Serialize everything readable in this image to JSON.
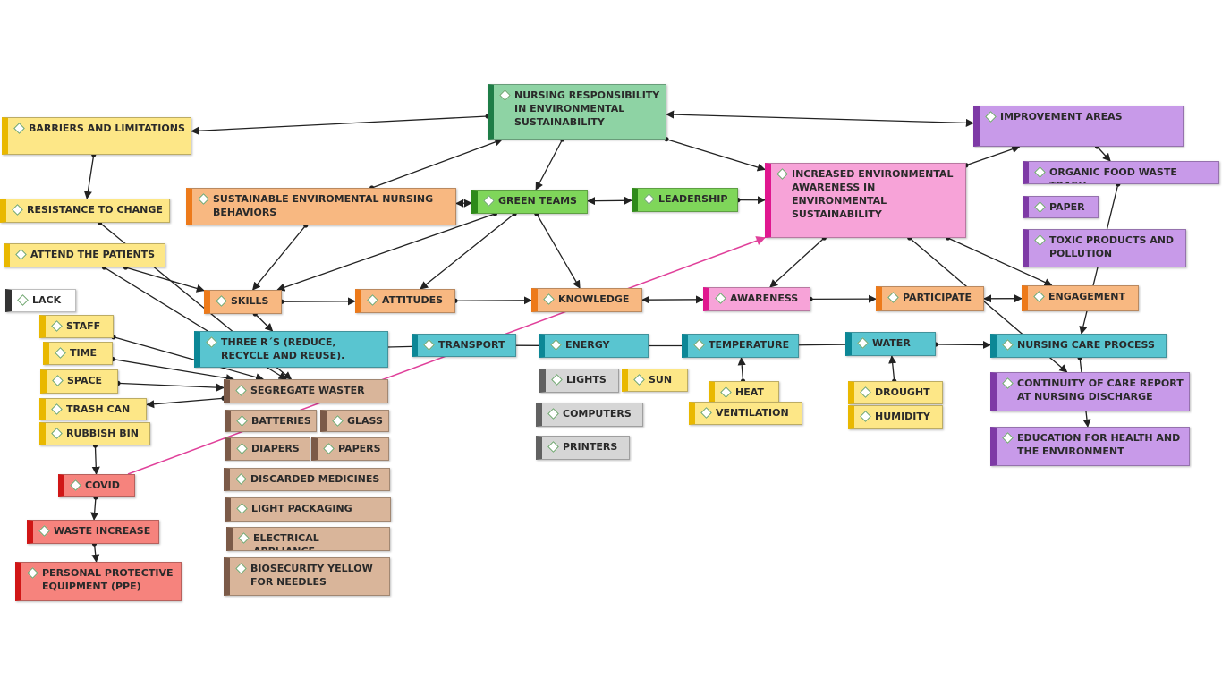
{
  "colors": {
    "green": "#8ed3a4",
    "light_green": "#7fd65a",
    "yellow": "#fde787",
    "orange": "#f8b881",
    "pink": "#f7a3d8",
    "purple": "#c89ae9",
    "cyan": "#59c5d0",
    "brown": "#d9b59a",
    "gray": "#d6d6d6",
    "red": "#f6837d",
    "edge": "#222222",
    "edge_highlight": "#e0409a"
  },
  "nodes": [
    {
      "id": "nursing",
      "label": "NURSING RESPONSIBILITY IN ENVIRONMENTAL SUSTAINABILITY",
      "color": "green"
    },
    {
      "id": "barriers",
      "label": "BARRIERS AND LIMITATIONS",
      "color": "yellow"
    },
    {
      "id": "improvement",
      "label": "IMPROVEMENT AREAS",
      "color": "purple"
    },
    {
      "id": "sustainable",
      "label": "SUSTAINABLE ENVIROMENTAL NURSING BEHAVIORS",
      "color": "orange"
    },
    {
      "id": "greenteams",
      "label": "GREEN TEAMS",
      "color": "light_green"
    },
    {
      "id": "leadership",
      "label": "LEADERSHIP",
      "color": "light_green"
    },
    {
      "id": "increased",
      "label": "INCREASED ENVIRONMENTAL AWARENESS IN ENVIRONMENTAL SUSTAINABILITY",
      "color": "pink"
    },
    {
      "id": "organic",
      "label": "ORGANIC FOOD WASTE TRASH",
      "color": "purple"
    },
    {
      "id": "paper",
      "label": "PAPER",
      "color": "purple"
    },
    {
      "id": "toxic",
      "label": "TOXIC PRODUCTS AND POLLUTION",
      "color": "purple"
    },
    {
      "id": "resistance",
      "label": "RESISTANCE TO CHANGE",
      "color": "yellow"
    },
    {
      "id": "attend",
      "label": "ATTEND  THE PATIENTS",
      "color": "yellow"
    },
    {
      "id": "lack",
      "label": "LACK",
      "color": "white"
    },
    {
      "id": "skills",
      "label": "SKILLS",
      "color": "orange"
    },
    {
      "id": "attitudes",
      "label": "ATTITUDES",
      "color": "orange"
    },
    {
      "id": "knowledge",
      "label": "KNOWLEDGE",
      "color": "orange"
    },
    {
      "id": "awareness",
      "label": "AWARENESS",
      "color": "pink"
    },
    {
      "id": "participate",
      "label": "PARTICIPATE",
      "color": "orange"
    },
    {
      "id": "engagement",
      "label": "ENGAGEMENT",
      "color": "orange"
    },
    {
      "id": "staff",
      "label": "STAFF",
      "color": "yellow"
    },
    {
      "id": "time",
      "label": "TIME",
      "color": "yellow"
    },
    {
      "id": "space",
      "label": "SPACE",
      "color": "yellow"
    },
    {
      "id": "trashcan",
      "label": "TRASH CAN",
      "color": "yellow"
    },
    {
      "id": "rubbish",
      "label": "RUBBISH BIN",
      "color": "yellow"
    },
    {
      "id": "threers",
      "label": "THREE R´S (REDUCE, RECYCLE AND REUSE).",
      "color": "cyan"
    },
    {
      "id": "transport",
      "label": "TRANSPORT",
      "color": "cyan"
    },
    {
      "id": "energy",
      "label": "ENERGY",
      "color": "cyan"
    },
    {
      "id": "temperature",
      "label": "TEMPERATURE",
      "color": "cyan"
    },
    {
      "id": "water",
      "label": "WATER",
      "color": "cyan"
    },
    {
      "id": "nursingcare",
      "label": "NURSING CARE PROCESS",
      "color": "cyan"
    },
    {
      "id": "segregate",
      "label": "SEGREGATE WASTER",
      "color": "brown"
    },
    {
      "id": "batteries",
      "label": "BATTERIES",
      "color": "brown"
    },
    {
      "id": "glass",
      "label": "GLASS",
      "color": "brown"
    },
    {
      "id": "diapers",
      "label": "DIAPERS",
      "color": "brown"
    },
    {
      "id": "papers",
      "label": "PAPERS",
      "color": "brown"
    },
    {
      "id": "medicines",
      "label": "DISCARDED MEDICINES",
      "color": "brown"
    },
    {
      "id": "packaging",
      "label": "LIGHT PACKAGING",
      "color": "brown"
    },
    {
      "id": "electrical",
      "label": "ELECTRICAL APPLIANCE",
      "color": "brown"
    },
    {
      "id": "biosecurity",
      "label": "BIOSECURITY YELLOW FOR NEEDLES",
      "color": "brown"
    },
    {
      "id": "lights",
      "label": "LIGHTS",
      "color": "gray"
    },
    {
      "id": "sun",
      "label": "SUN",
      "color": "yellow"
    },
    {
      "id": "heat",
      "label": "HEAT",
      "color": "yellow"
    },
    {
      "id": "ventilation",
      "label": "VENTILATION",
      "color": "yellow"
    },
    {
      "id": "drought",
      "label": "DROUGHT",
      "color": "yellow"
    },
    {
      "id": "humidity",
      "label": "HUMIDITY",
      "color": "yellow"
    },
    {
      "id": "computers",
      "label": "COMPUTERS",
      "color": "gray"
    },
    {
      "id": "printers",
      "label": "PRINTERS",
      "color": "gray"
    },
    {
      "id": "continuity",
      "label": "CONTINUITY OF CARE REPORT AT NURSING DISCHARGE",
      "color": "purple"
    },
    {
      "id": "education",
      "label": "EDUCATION FOR HEALTH AND THE ENVIRONMENT",
      "color": "purple"
    },
    {
      "id": "covid",
      "label": "COVID",
      "color": "red"
    },
    {
      "id": "waste",
      "label": "WASTE INCREASE",
      "color": "red"
    },
    {
      "id": "ppe",
      "label": "PERSONAL PROTECTIVE EQUIPMENT (PPE)",
      "color": "red"
    }
  ],
  "edges": [
    {
      "from": "nursing",
      "to": "barriers",
      "style": "arrow"
    },
    {
      "from": "nursing",
      "to": "improvement",
      "style": "both"
    },
    {
      "from": "nursing",
      "to": "increased",
      "style": "dot"
    },
    {
      "from": "nursing",
      "to": "greenteams",
      "style": "arrow"
    },
    {
      "from": "sustainable",
      "to": "nursing",
      "style": "arrow"
    },
    {
      "from": "increased",
      "to": "improvement",
      "style": "arrow"
    },
    {
      "from": "greenteams",
      "to": "sustainable",
      "style": "both"
    },
    {
      "from": "greenteams",
      "to": "leadership",
      "style": "both"
    },
    {
      "from": "greenteams",
      "to": "skills",
      "style": "arrow"
    },
    {
      "from": "greenteams",
      "to": "attitudes",
      "style": "arrow"
    },
    {
      "from": "greenteams",
      "to": "knowledge",
      "style": "arrow"
    },
    {
      "from": "leadership",
      "to": "increased",
      "style": "dot"
    },
    {
      "from": "sustainable",
      "to": "skills",
      "style": "arrow"
    },
    {
      "from": "barriers",
      "to": "resistance",
      "style": "dot"
    },
    {
      "from": "resistance",
      "to": "segregate",
      "style": "arrow"
    },
    {
      "from": "attend",
      "to": "skills",
      "style": "arrow"
    },
    {
      "from": "attend",
      "to": "segregate",
      "style": "arrow"
    },
    {
      "from": "skills",
      "to": "attitudes",
      "style": "arrow"
    },
    {
      "from": "attitudes",
      "to": "knowledge",
      "style": "arrow"
    },
    {
      "from": "knowledge",
      "to": "awareness",
      "style": "both"
    },
    {
      "from": "awareness",
      "to": "participate",
      "style": "arrow"
    },
    {
      "from": "participate",
      "to": "engagement",
      "style": "both"
    },
    {
      "from": "increased",
      "to": "awareness",
      "style": "arrow"
    },
    {
      "from": "increased",
      "to": "engagement",
      "style": "arrow"
    },
    {
      "from": "increased",
      "to": "continuity",
      "style": "arrow"
    },
    {
      "from": "skills",
      "to": "threers",
      "style": "arrow"
    },
    {
      "from": "staff",
      "to": "segregate",
      "style": "dot"
    },
    {
      "from": "time",
      "to": "segregate",
      "style": "dot"
    },
    {
      "from": "space",
      "to": "segregate",
      "style": "dot"
    },
    {
      "from": "segregate",
      "to": "trashcan",
      "style": "dot"
    },
    {
      "from": "rubbish",
      "to": "covid",
      "style": "arrow"
    },
    {
      "from": "covid",
      "to": "waste",
      "style": "dot"
    },
    {
      "from": "waste",
      "to": "ppe",
      "style": "arrow"
    },
    {
      "from": "covid",
      "to": "increased",
      "style": "highlight"
    },
    {
      "from": "threers",
      "to": "transport",
      "style": "line"
    },
    {
      "from": "transport",
      "to": "energy",
      "style": "line"
    },
    {
      "from": "energy",
      "to": "temperature",
      "style": "line"
    },
    {
      "from": "temperature",
      "to": "water",
      "style": "line"
    },
    {
      "from": "water",
      "to": "nursingcare",
      "style": "arrow"
    },
    {
      "from": "organic",
      "to": "nursingcare",
      "style": "dot"
    },
    {
      "from": "nursingcare",
      "to": "education",
      "style": "arrow"
    },
    {
      "from": "heat",
      "to": "temperature",
      "style": "dot"
    },
    {
      "from": "drought",
      "to": "water",
      "style": "dot"
    },
    {
      "from": "improvement",
      "to": "organic",
      "style": "dot"
    }
  ]
}
